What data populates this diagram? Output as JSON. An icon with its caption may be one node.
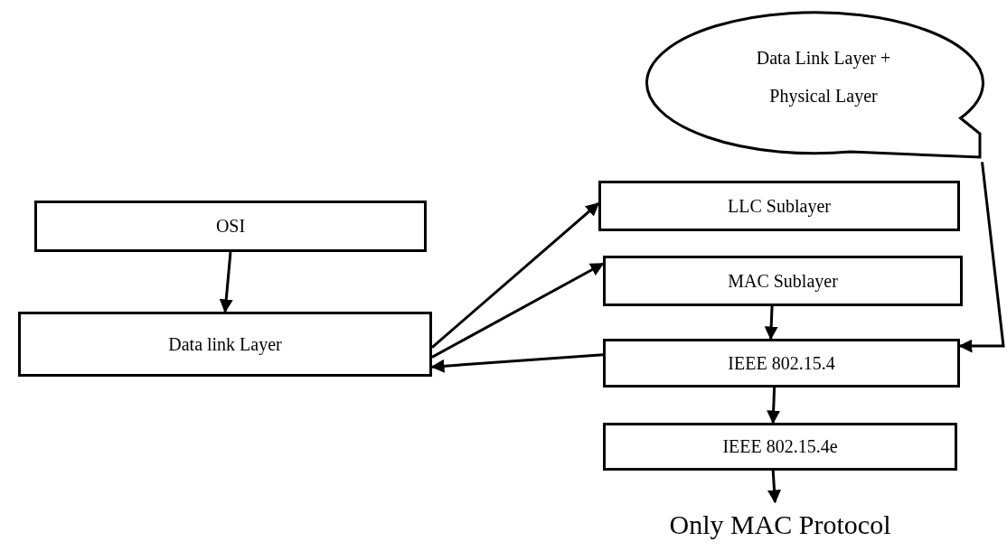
{
  "diagram": {
    "nodes": [
      {
        "text": [
          "Data Link Layer + Physical Layer"
        ]
      },
      {
        "text": [
          "OSI"
        ]
      },
      {
        "text": [
          "Data link Layer"
        ]
      },
      {
        "text": [
          "LLC Sublayer"
        ]
      },
      {
        "text": [
          "MAC Sublayer"
        ]
      },
      {
        "text": [
          "IEEE 802.15.4"
        ]
      },
      {
        "text": [
          "IEEE 802.15.4e"
        ]
      },
      {
        "text": [
          "Only MAC Protocol"
        ]
      }
    ],
    "edges": [
      {
        "from": 1,
        "to": 2,
        "arrow": "to"
      },
      {
        "from": 2,
        "to": 3,
        "arrow": "to"
      },
      {
        "from": 2,
        "to": 4,
        "arrow": "to"
      },
      {
        "from": 5,
        "to": 2,
        "arrow": "to"
      },
      {
        "from": 4,
        "to": 5,
        "arrow": "to"
      },
      {
        "from": 5,
        "to": 6,
        "arrow": "to"
      },
      {
        "from": 6,
        "to": 7,
        "arrow": "to"
      },
      {
        "from": 0,
        "to": 5,
        "arrow": "to"
      }
    ]
  }
}
